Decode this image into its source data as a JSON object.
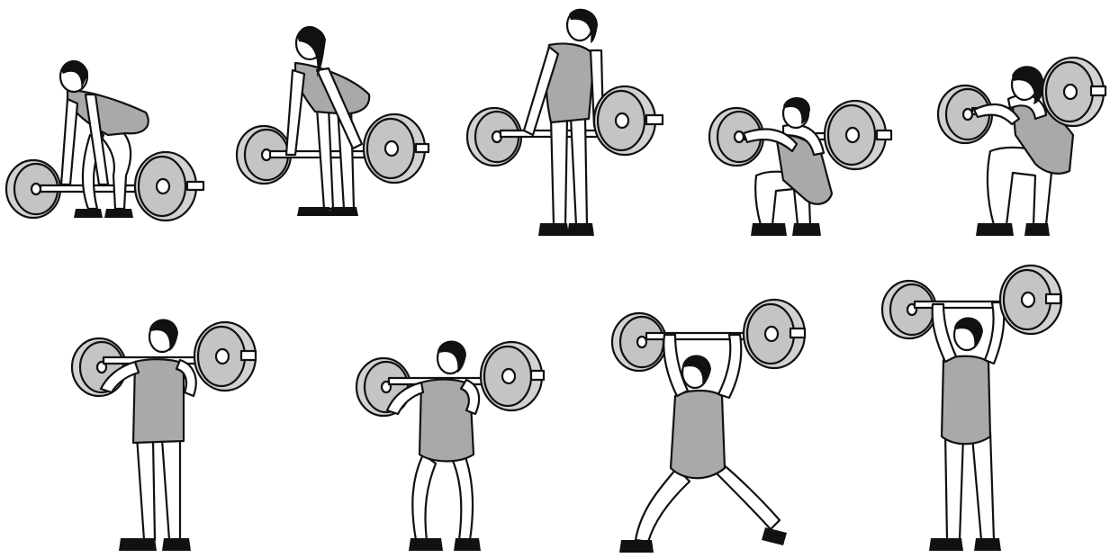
{
  "figure": {
    "description_free": true
  },
  "colors": {
    "background": "#ffffff",
    "ink": "#111111",
    "suit": "#a9a9a9",
    "plate": "#d2d2d2",
    "plate_inner": "#c4c4c4"
  },
  "rows": [
    {
      "frames": [
        {
          "phase": "setup"
        },
        {
          "phase": "first-pull"
        },
        {
          "phase": "extension"
        },
        {
          "phase": "front-squat-catch"
        },
        {
          "phase": "squat-recovery"
        }
      ]
    },
    {
      "frames": [
        {
          "phase": "front-rack-stand"
        },
        {
          "phase": "dip"
        },
        {
          "phase": "split-jerk"
        },
        {
          "phase": "overhead-finish"
        }
      ]
    }
  ]
}
